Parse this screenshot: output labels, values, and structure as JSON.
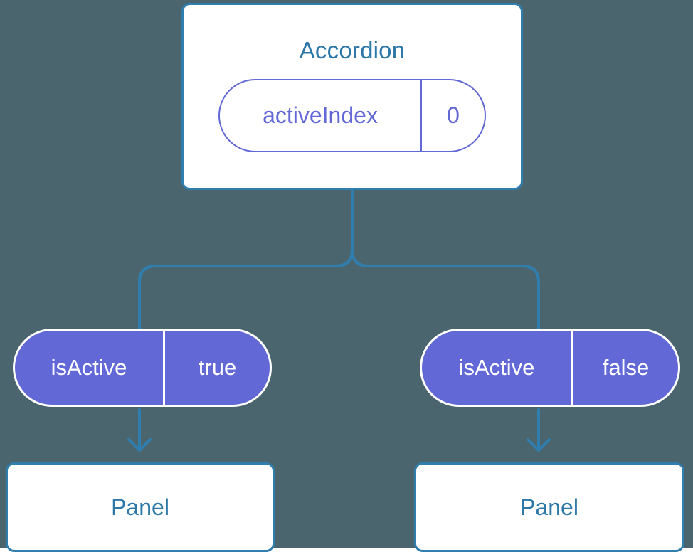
{
  "diagram": {
    "type": "component-state-tree",
    "background_color": "#4b656f",
    "accent_blue": "#2d78a8",
    "accent_purple": "#6268d6",
    "card_bg": "#ffffff",
    "root": {
      "title": "Accordion",
      "state": {
        "key": "activeIndex",
        "value": "0"
      }
    },
    "branches": [
      {
        "prop": {
          "key": "isActive",
          "value": "true"
        },
        "child": {
          "title": "Panel"
        }
      },
      {
        "prop": {
          "key": "isActive",
          "value": "false"
        },
        "child": {
          "title": "Panel"
        }
      }
    ],
    "connectors": {
      "trunk": "vertical-stem",
      "split": "two-curved-branches",
      "arrow": "arrow-down"
    }
  }
}
